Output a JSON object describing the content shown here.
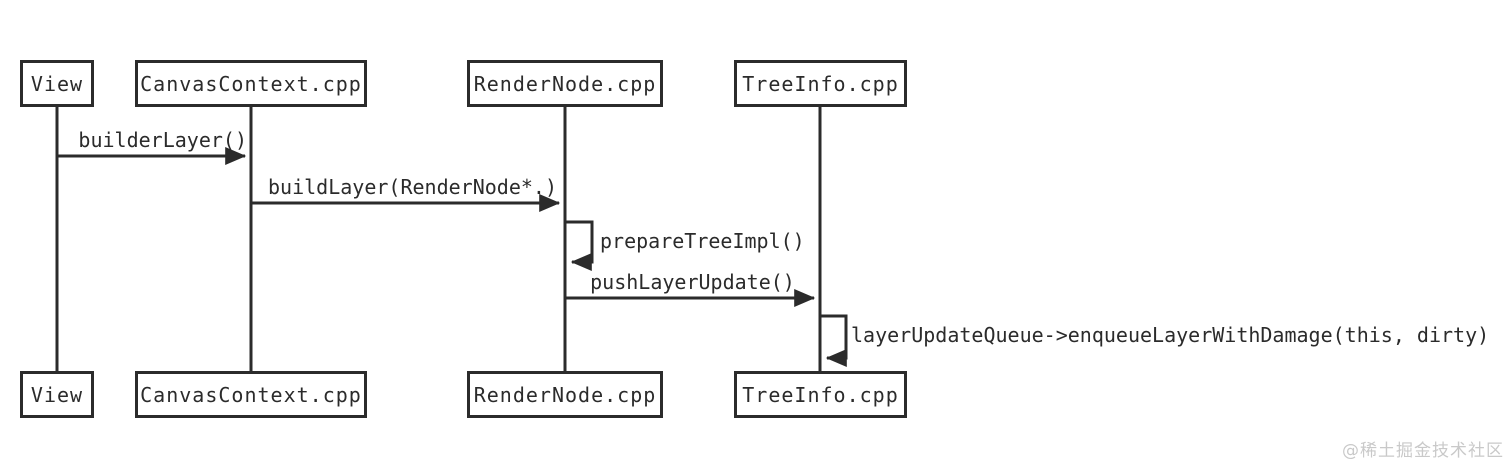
{
  "diagram": {
    "type": "uml-sequence",
    "actors": [
      {
        "id": "view",
        "label": "View"
      },
      {
        "id": "canvas-context",
        "label": "CanvasContext.cpp"
      },
      {
        "id": "render-node",
        "label": "RenderNode.cpp"
      },
      {
        "id": "tree-info",
        "label": "TreeInfo.cpp"
      }
    ],
    "messages": [
      {
        "from": "View",
        "to": "CanvasContext.cpp",
        "self": false,
        "label": "builderLayer()"
      },
      {
        "from": "CanvasContext.cpp",
        "to": "RenderNode.cpp",
        "self": false,
        "label": "buildLayer(RenderNode*.)"
      },
      {
        "from": "RenderNode.cpp",
        "to": "RenderNode.cpp",
        "self": true,
        "label": "prepareTreeImpl()"
      },
      {
        "from": "RenderNode.cpp",
        "to": "TreeInfo.cpp",
        "self": false,
        "label": "pushLayerUpdate()"
      },
      {
        "from": "TreeInfo.cpp",
        "to": "TreeInfo.cpp",
        "self": true,
        "label": "layerUpdateQueue->enqueueLayerWithDamage(this, dirty)"
      }
    ],
    "colors": {
      "line": "#2b2b2b",
      "text": "#2b2b2b",
      "background": "#ffffff",
      "watermark": "#c9c9c9"
    }
  },
  "watermark": {
    "text": "@稀土掘金技术社区"
  }
}
